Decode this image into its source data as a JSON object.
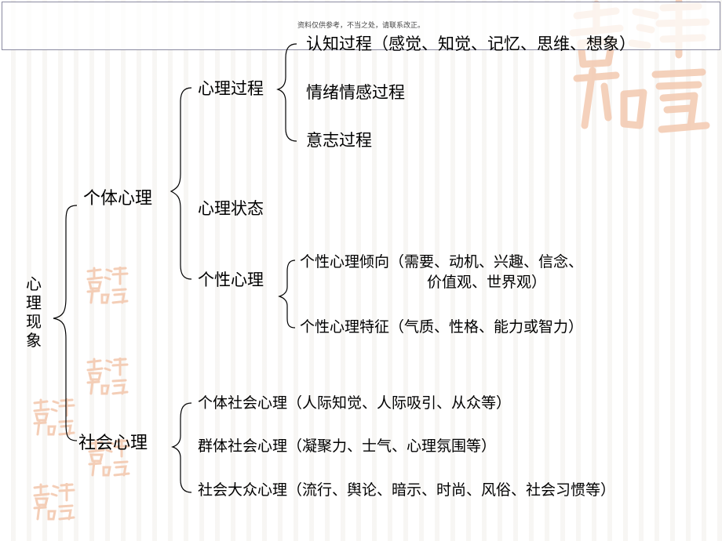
{
  "header": {
    "notice": "资料仅供参考，不当之处，请联系改正。"
  },
  "watermark": {
    "seal_text": "吉祥如意",
    "color": "#f3c9b0"
  },
  "diagram": {
    "root": "心理现象",
    "individual": {
      "label": "个体心理",
      "process": {
        "label": "心理过程",
        "items": [
          "认知过程（感觉、知觉、记忆、思维、想象）",
          "情绪情感过程",
          "意志过程"
        ]
      },
      "state": {
        "label": "心理状态"
      },
      "personality": {
        "label": "个性心理",
        "tendency_line1": "个性心理倾向（需要、动机、兴趣、信念、",
        "tendency_line2": "价值观、世界观）",
        "traits": "个性心理特征（气质、性格、能力或智力）"
      }
    },
    "social": {
      "label": "社会心理",
      "items": [
        "个体社会心理（人际知觉、人际吸引、从众等）",
        "群体社会心理（凝聚力、士气、心理氛围等）",
        "社会大众心理（流行、舆论、暗示、时尚、风俗、社会习惯等）"
      ]
    }
  }
}
